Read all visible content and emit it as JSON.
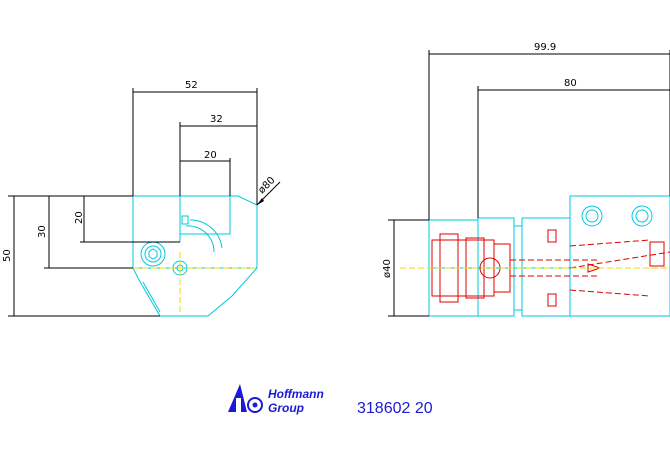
{
  "left_view": {
    "dims": {
      "d52": "52",
      "d32": "32",
      "d20_top": "20",
      "d_phi80": "ø80",
      "d20_left": "20",
      "d30": "30",
      "d50": "50"
    }
  },
  "right_view": {
    "dims": {
      "d99_9": "99.9",
      "d80": "80",
      "d_phi40": "ø40"
    }
  },
  "logo": {
    "brand_line1": "Hoffmann",
    "brand_line2": "Group",
    "brand_color": "#1a1ad8"
  },
  "part_number": "318602 20",
  "colors": {
    "outline": "#00c8e0",
    "centerline": "#e8e000",
    "hidden": "#e00000",
    "dimension": "#000000"
  }
}
